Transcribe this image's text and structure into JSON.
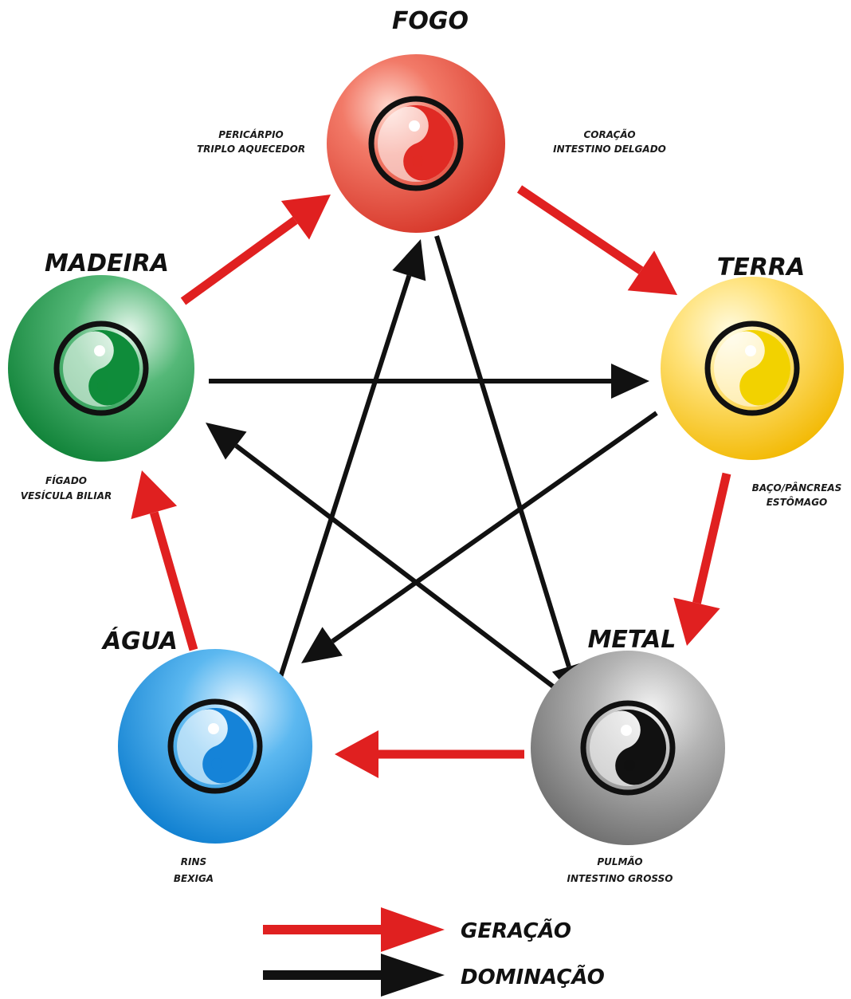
{
  "elements": {
    "fogo": {
      "title": "FOGO",
      "organs": [
        "CORAÇÃO",
        "INTESTINO DELGADO"
      ],
      "color": "#e5473a"
    },
    "fogo_extra": {
      "organs": [
        "PERICÁRPIO",
        "TRIPLO AQUECEDOR"
      ]
    },
    "terra": {
      "title": "TERRA",
      "organs": [
        "BAÇO/PÂNCREAS",
        "ESTÔMAGO"
      ],
      "color": "#f5c400"
    },
    "metal": {
      "title": "METAL",
      "organs": [
        "PULMÃO",
        "INTESTINO GROSSO"
      ],
      "color": "#8c8c8c"
    },
    "agua": {
      "title": "ÁGUA",
      "organs": [
        "RINS",
        "BEXIGA"
      ],
      "color": "#1e90e0"
    },
    "madeira": {
      "title": "MADEIRA",
      "organs": [
        "FÍGADO",
        "VESÍCULA BILIAR"
      ],
      "color": "#1f9a4a"
    }
  },
  "legend": {
    "generation": {
      "label": "GERAÇÃO",
      "color": "#e02020"
    },
    "domination": {
      "label": "DOMINAÇÃO",
      "color": "#111111"
    }
  },
  "cycles": {
    "generation": [
      [
        "madeira",
        "fogo"
      ],
      [
        "fogo",
        "terra"
      ],
      [
        "terra",
        "metal"
      ],
      [
        "metal",
        "agua"
      ],
      [
        "agua",
        "madeira"
      ]
    ],
    "domination": [
      [
        "madeira",
        "terra"
      ],
      [
        "terra",
        "agua"
      ],
      [
        "agua",
        "fogo"
      ],
      [
        "fogo",
        "metal"
      ],
      [
        "metal",
        "madeira"
      ]
    ]
  }
}
